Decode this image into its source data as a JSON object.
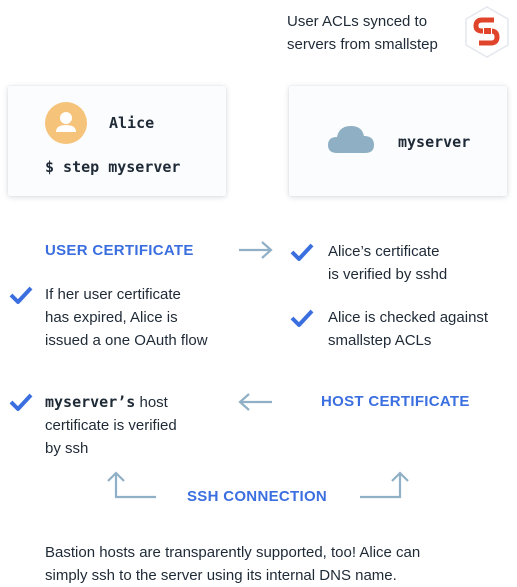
{
  "top_note": {
    "line1": "User ACLs synced to",
    "line2": "servers from smallstep"
  },
  "alice_card": {
    "name": "Alice",
    "command": "$ step myserver"
  },
  "server_card": {
    "name": "myserver"
  },
  "labels": {
    "user_certificate": "USER CERTIFICATE",
    "host_certificate": "HOST CERTIFICATE",
    "ssh_connection": "SSH CONNECTION"
  },
  "right_checks": [
    {
      "line1": "Alice’s certificate",
      "line2": "is verified by sshd"
    },
    {
      "line1": "Alice is checked against",
      "line2": "smallstep ACLs"
    }
  ],
  "left_checks": [
    {
      "line1": "If her user certificate",
      "line2": "has expired, Alice is",
      "line3": "issued a one OAuth flow"
    },
    {
      "line1_mono": "myserver’s",
      "line1_rest": " host",
      "line2": "certificate is verified",
      "line3": "by ssh"
    }
  ],
  "footer": {
    "line1": "Bastion hosts are transparently supported, too! Alice can",
    "line2": "simply ssh to the server using its internal DNS name."
  },
  "colors": {
    "accent_blue": "#3b6fe0",
    "arrow_gray": "#8fb0c6",
    "avatar_orange": "#f6c37a",
    "cloud_gray": "#8fb0c4",
    "logo_red": "#e0452c"
  },
  "icons": [
    "smallstep-logo-icon",
    "user-avatar-icon",
    "cloud-icon",
    "checkmark-icon",
    "arrow-right-icon",
    "arrow-left-icon",
    "arrow-up-icon"
  ]
}
